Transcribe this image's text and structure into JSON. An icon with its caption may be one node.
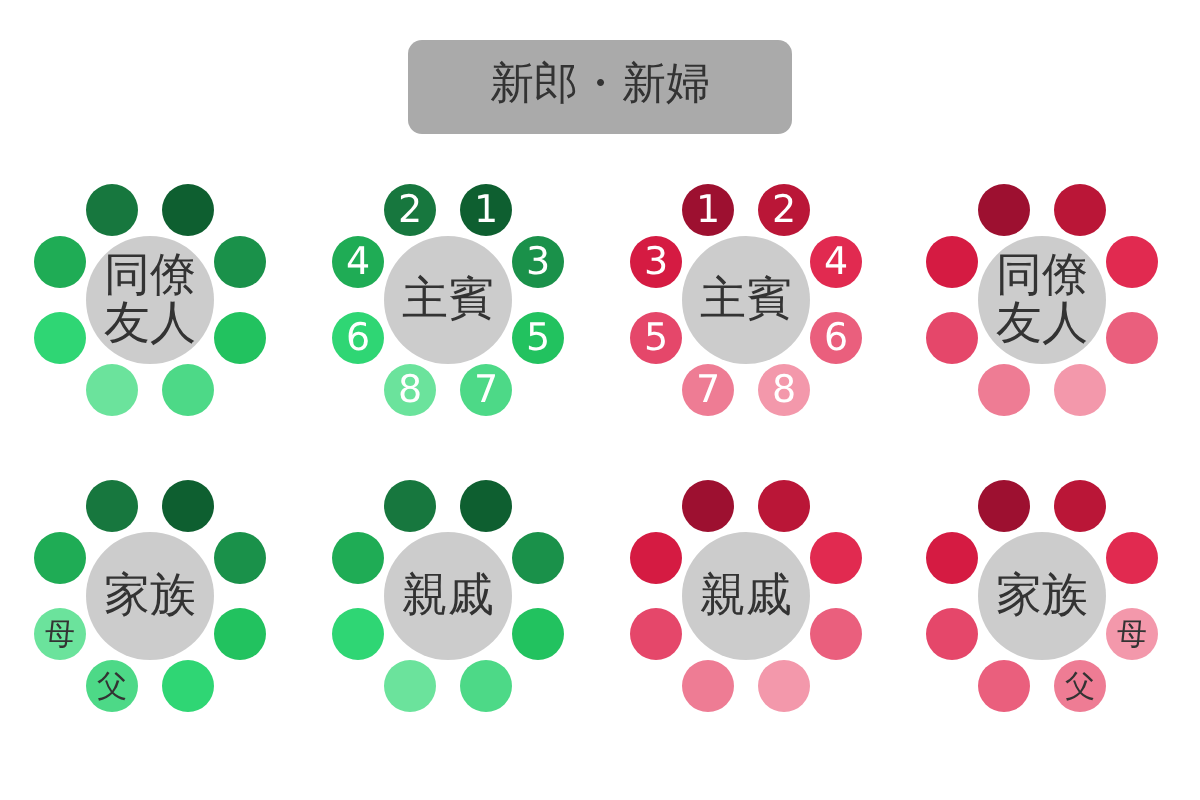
{
  "diagram": {
    "nodes": [
      {
        "text": [
          "新郎・新婦"
        ]
      },
      {
        "text": [
          "同僚友人"
        ]
      },
      {
        "text": [],
        "shape": "circle"
      },
      {
        "text": [],
        "shape": "circle"
      },
      {
        "text": [],
        "shape": "circle"
      },
      {
        "text": [],
        "shape": "circle"
      },
      {
        "text": [],
        "shape": "circle"
      },
      {
        "text": [],
        "shape": "circle"
      },
      {
        "text": [],
        "shape": "circle"
      },
      {
        "text": [],
        "shape": "circle"
      },
      {
        "text": [
          "主賓"
        ]
      },
      {
        "text": [
          "2"
        ]
      },
      {
        "text": [
          "1"
        ]
      },
      {
        "text": [
          "4"
        ]
      },
      {
        "text": [
          "3"
        ]
      },
      {
        "text": [
          "6"
        ]
      },
      {
        "text": [
          "5"
        ]
      },
      {
        "text": [
          "8"
        ]
      },
      {
        "text": [
          "7"
        ]
      },
      {
        "text": [
          "主賓"
        ]
      },
      {
        "text": [
          "1"
        ]
      },
      {
        "text": [
          "2"
        ]
      },
      {
        "text": [
          "3"
        ]
      },
      {
        "text": [
          "4"
        ]
      },
      {
        "text": [
          "5"
        ]
      },
      {
        "text": [
          "6"
        ]
      },
      {
        "text": [
          "7"
        ]
      },
      {
        "text": [
          "8"
        ]
      },
      {
        "text": [
          "同僚友人"
        ]
      },
      {
        "text": [],
        "shape": "circle"
      },
      {
        "text": [],
        "shape": "circle"
      },
      {
        "text": [],
        "shape": "circle"
      },
      {
        "text": [],
        "shape": "circle"
      },
      {
        "text": [],
        "shape": "circle"
      },
      {
        "text": [],
        "shape": "circle"
      },
      {
        "text": [],
        "shape": "circle"
      },
      {
        "text": [],
        "shape": "circle"
      },
      {
        "text": [
          "家族"
        ]
      },
      {
        "text": [],
        "shape": "circle"
      },
      {
        "text": [],
        "shape": "circle"
      },
      {
        "text": [],
        "shape": "circle"
      },
      {
        "text": [],
        "shape": "circle"
      },
      {
        "text": [
          "母"
        ]
      },
      {
        "text": [],
        "shape": "circle"
      },
      {
        "text": [
          "父"
        ]
      },
      {
        "text": [],
        "shape": "circle"
      },
      {
        "text": [
          "親戚"
        ]
      },
      {
        "text": [],
        "shape": "circle"
      },
      {
        "text": [],
        "shape": "circle"
      },
      {
        "text": [],
        "shape": "circle"
      },
      {
        "text": [],
        "shape": "circle"
      },
      {
        "text": [],
        "shape": "circle"
      },
      {
        "text": [],
        "shape": "circle"
      },
      {
        "text": [],
        "shape": "circle"
      },
      {
        "text": [],
        "shape": "circle"
      },
      {
        "text": [
          "親戚"
        ]
      },
      {
        "text": [],
        "shape": "circle"
      },
      {
        "text": [],
        "shape": "circle"
      },
      {
        "text": [],
        "shape": "circle"
      },
      {
        "text": [],
        "shape": "circle"
      },
      {
        "text": [],
        "shape": "circle"
      },
      {
        "text": [],
        "shape": "circle"
      },
      {
        "text": [],
        "shape": "circle"
      },
      {
        "text": [],
        "shape": "circle"
      },
      {
        "text": [
          "家族"
        ]
      },
      {
        "text": [],
        "shape": "circle"
      },
      {
        "text": [],
        "shape": "circle"
      },
      {
        "text": [],
        "shape": "circle"
      },
      {
        "text": [],
        "shape": "circle"
      },
      {
        "text": [],
        "shape": "circle"
      },
      {
        "text": [
          "母"
        ]
      },
      {
        "text": [],
        "shape": "circle"
      },
      {
        "text": [
          "父"
        ]
      }
    ]
  }
}
